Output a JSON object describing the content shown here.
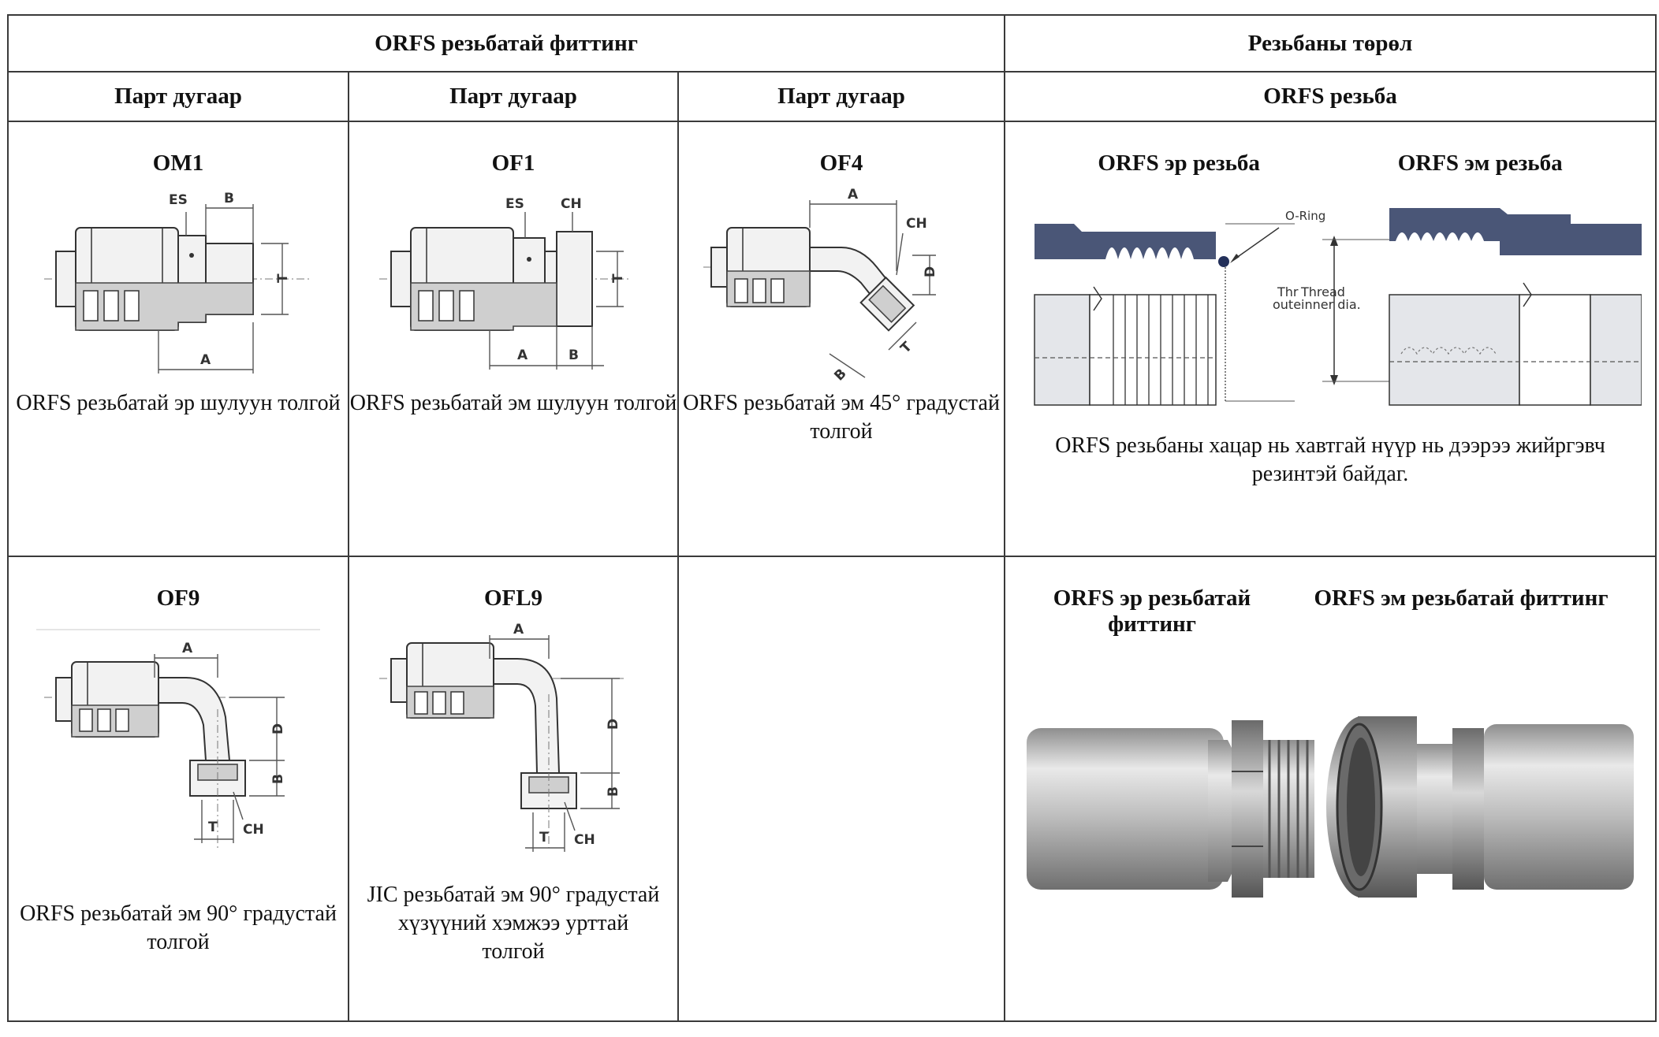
{
  "table": {
    "group_header_left": "ORFS резьбатай фиттинг",
    "group_header_right": "Резьбаны төрөл",
    "col_headers": [
      "Парт дугаар",
      "Парт дугаар",
      "Парт дугаар",
      "ORFS резьба"
    ],
    "row1": [
      {
        "code": "OM1",
        "desc": "ORFS резьбатай эр шулуун толгой",
        "labels": [
          "ES",
          "B",
          "T",
          "A"
        ]
      },
      {
        "code": "OF1",
        "desc": "ORFS резьбатай эм шулуун толгой",
        "labels": [
          "ES",
          "CH",
          "T",
          "A",
          "B"
        ]
      },
      {
        "code": "OF4",
        "desc": "ORFS резьбатай эм 45° градустай толгой",
        "labels": [
          "A",
          "CH",
          "D",
          "T",
          "B"
        ]
      }
    ],
    "thread_info": {
      "male_title": "ORFS эр резьба",
      "female_title": "ORFS эм резьба",
      "oring_label": "O-Ring",
      "outer_label_1": "Thr",
      "outer_label_2": "oute",
      "inner_label_1": "Thread",
      "inner_label_2": "inner dia.",
      "desc": "ORFS резьбаны хацар нь хавтгай нүүр нь дээрээ жийргэвч резинтэй байдаг."
    },
    "row2": [
      {
        "code": "OF9",
        "desc": "ORFS резьбатай эм 90° градустай толгой",
        "labels": [
          "A",
          "D",
          "B",
          "T",
          "CH"
        ]
      },
      {
        "code": "OFL9",
        "desc": "JIC резьбатай эм 90° градустай хүзүүний хэмжээ урттай толгой",
        "labels": [
          "A",
          "D",
          "B",
          "T",
          "CH"
        ]
      }
    ],
    "fittings_info": {
      "male_title": "ORFS эр резьбатай фиттинг",
      "female_title": "ORFS эм резьбатай фиттинг"
    }
  },
  "colors": {
    "thread_navy": "#4a5677",
    "border": "#3a3a3a",
    "metal": "#b9b9b9"
  }
}
